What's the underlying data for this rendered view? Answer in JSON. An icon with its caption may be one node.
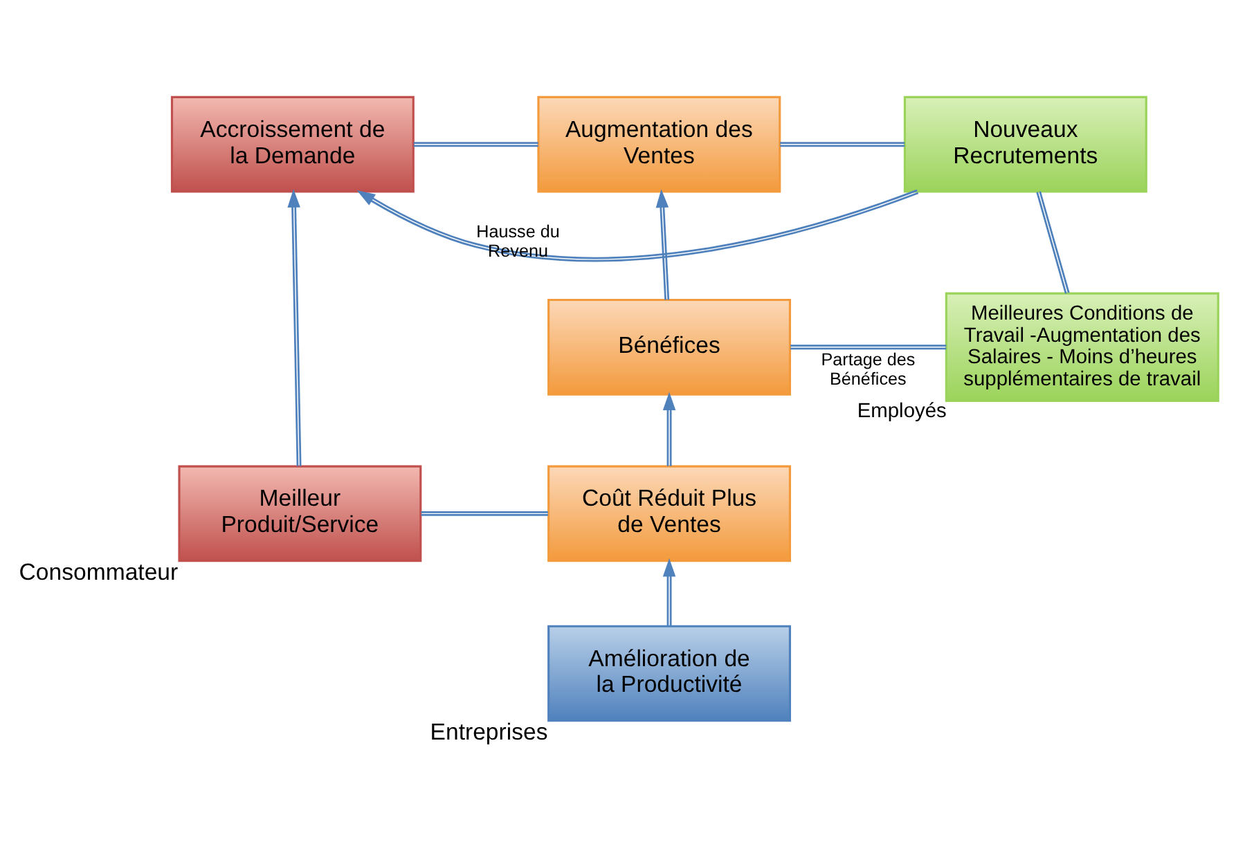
{
  "diagram": {
    "nodes": [
      {
        "text": [
          "Accroissement de la Demande"
        ]
      },
      {
        "text": [
          "Augmentation des Ventes"
        ]
      },
      {
        "text": [
          "Nouveaux Recrutements"
        ]
      },
      {
        "text": [
          "Bénéfices"
        ]
      },
      {
        "text": [
          "Meilleures Conditions de Travail -Augmentation des Salaires - Moins d’heures supplémentaires de travail"
        ],
        "beside": [
          "Employés"
        ]
      },
      {
        "text": [
          "Meilleur Produit/Service"
        ],
        "beside": [
          "Consommateur"
        ]
      },
      {
        "text": [
          "Coût Réduit Plus de Ventes"
        ]
      },
      {
        "text": [
          "Amélioration de la Productivité"
        ],
        "beside": [
          "Entreprises"
        ]
      }
    ],
    "edges": [
      {
        "from": 2,
        "to": 0,
        "arrow": "to",
        "label": "Hausse du Revenu"
      },
      {
        "from": 0,
        "to": 1,
        "arrow": "none"
      },
      {
        "from": 1,
        "to": 2,
        "arrow": "none"
      },
      {
        "from": 2,
        "to": 4,
        "arrow": "none"
      },
      {
        "from": 3,
        "to": 4,
        "arrow": "none",
        "label": "Partage des Bénéfices"
      },
      {
        "from": 7,
        "to": 6,
        "arrow": "to"
      },
      {
        "from": 6,
        "to": 3,
        "arrow": "to"
      },
      {
        "from": 3,
        "to": 1,
        "arrow": "to"
      },
      {
        "from": 5,
        "to": 0,
        "arrow": "to"
      },
      {
        "from": 5,
        "to": 6,
        "arrow": "none"
      }
    ]
  }
}
